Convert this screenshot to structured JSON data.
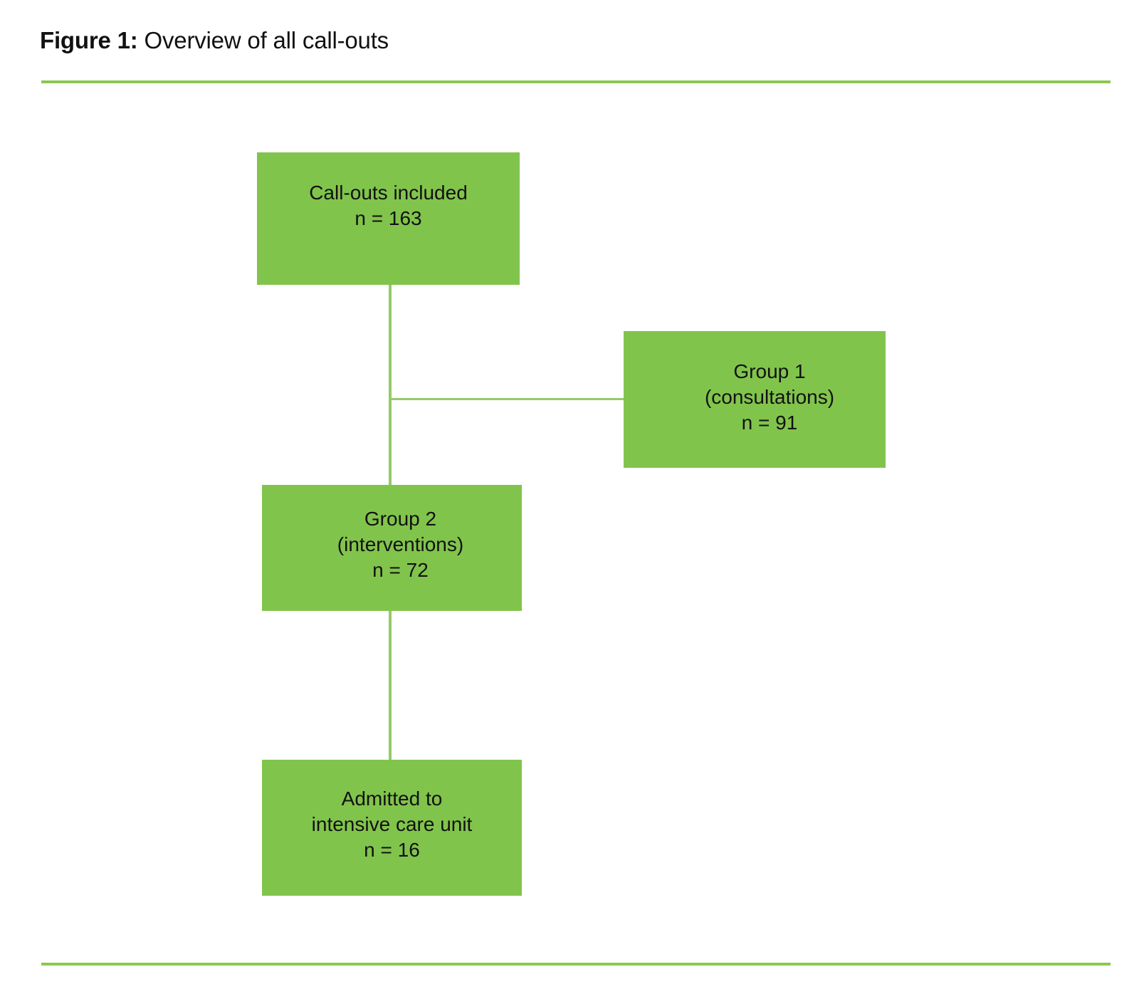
{
  "figure": {
    "label": "Figure 1:",
    "title": " Overview of all call-outs"
  },
  "colors": {
    "node_fill": "#81C44C",
    "rule": "#8CC751",
    "connector": "#94CB68",
    "text": "#111111",
    "background": "#FFFFFF"
  },
  "chart_data": {
    "type": "diagram",
    "title": "Figure 1: Overview of all call-outs",
    "diagram_kind": "flowchart",
    "nodes": [
      {
        "id": "included",
        "label": "Call-outs included",
        "count_label": "n = 163",
        "count": 163,
        "text": "Call-outs included\nn = 163"
      },
      {
        "id": "group1",
        "label": "Group 1 (consultations)",
        "count_label": "n = 91",
        "count": 91,
        "text": "Group 1\n(consultations)\nn = 91"
      },
      {
        "id": "group2",
        "label": "Group 2 (interventions)",
        "count_label": "n = 72",
        "count": 72,
        "text": "Group 2\n(interventions)\nn = 72"
      },
      {
        "id": "icu",
        "label": "Admitted to intensive care unit",
        "count_label": "n = 16",
        "count": 16,
        "text": "Admitted to\nintensive care unit\nn = 16"
      }
    ],
    "edges": [
      {
        "from": "included",
        "to": "group1"
      },
      {
        "from": "included",
        "to": "group2"
      },
      {
        "from": "group2",
        "to": "icu"
      }
    ]
  }
}
